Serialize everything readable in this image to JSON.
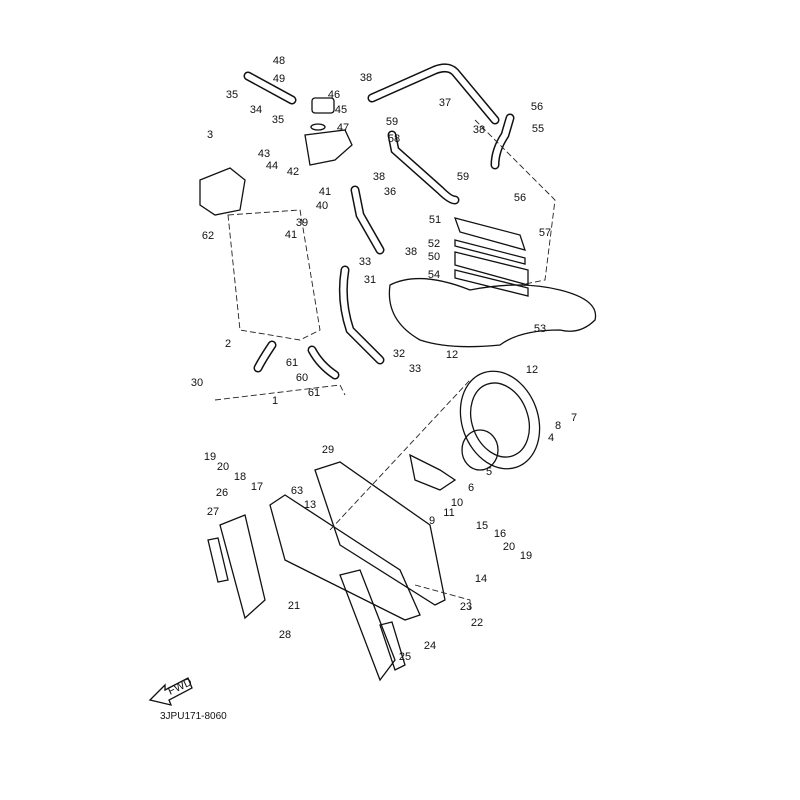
{
  "diagram": {
    "part_labels": [
      "48",
      "49",
      "35",
      "34",
      "35",
      "46",
      "45",
      "47",
      "3",
      "43",
      "44",
      "42",
      "41",
      "40",
      "39",
      "41",
      "62",
      "38",
      "37",
      "59",
      "58",
      "38",
      "56",
      "55",
      "59",
      "56",
      "51",
      "57",
      "52",
      "50",
      "54",
      "53",
      "38",
      "36",
      "38",
      "33",
      "31",
      "2",
      "30",
      "1",
      "61",
      "60",
      "61",
      "32",
      "33",
      "12",
      "12",
      "7",
      "8",
      "4",
      "19",
      "20",
      "18",
      "17",
      "29",
      "5",
      "6",
      "63",
      "10",
      "11",
      "13",
      "9",
      "26",
      "27",
      "15",
      "16",
      "20",
      "19",
      "14",
      "21",
      "23",
      "22",
      "28",
      "24",
      "25"
    ],
    "direction_arrow": "FWD",
    "diagram_code": "3JPU171-8060"
  }
}
